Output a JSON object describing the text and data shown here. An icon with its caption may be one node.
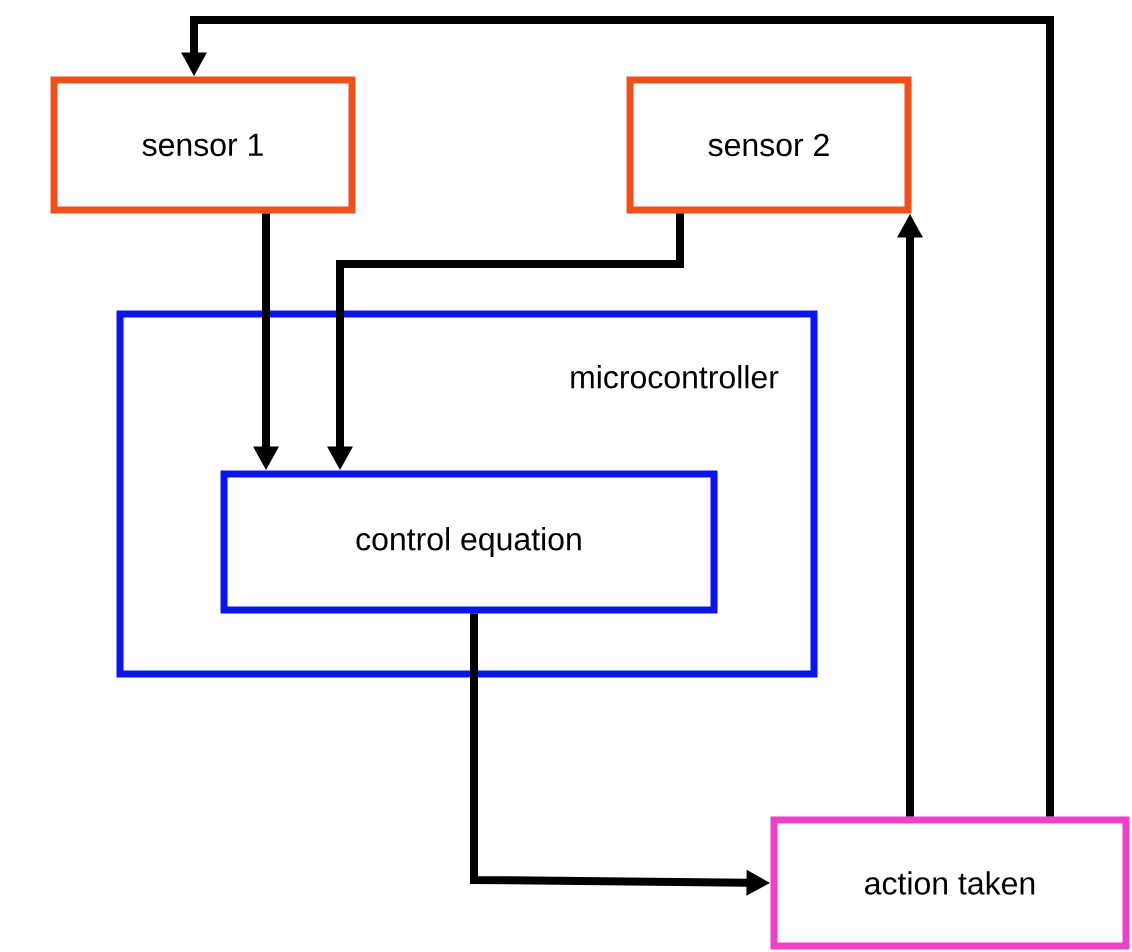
{
  "diagram": {
    "nodes": [
      {
        "text": [
          "sensor 1"
        ]
      },
      {
        "text": [
          "sensor 2"
        ]
      },
      {
        "text": [
          "microcontroller"
        ]
      },
      {
        "text": [
          "control equation"
        ],
        "in": 2
      },
      {
        "text": [
          "action taken"
        ]
      }
    ],
    "edges": [
      {
        "from": 0,
        "to": 3,
        "arrow": "to"
      },
      {
        "from": 1,
        "to": 3,
        "arrow": "to"
      },
      {
        "from": 3,
        "to": 4,
        "arrow": "to"
      },
      {
        "from": 4,
        "to": 1,
        "arrow": "to"
      },
      {
        "from": 4,
        "to": 0,
        "arrow": "to"
      }
    ]
  }
}
